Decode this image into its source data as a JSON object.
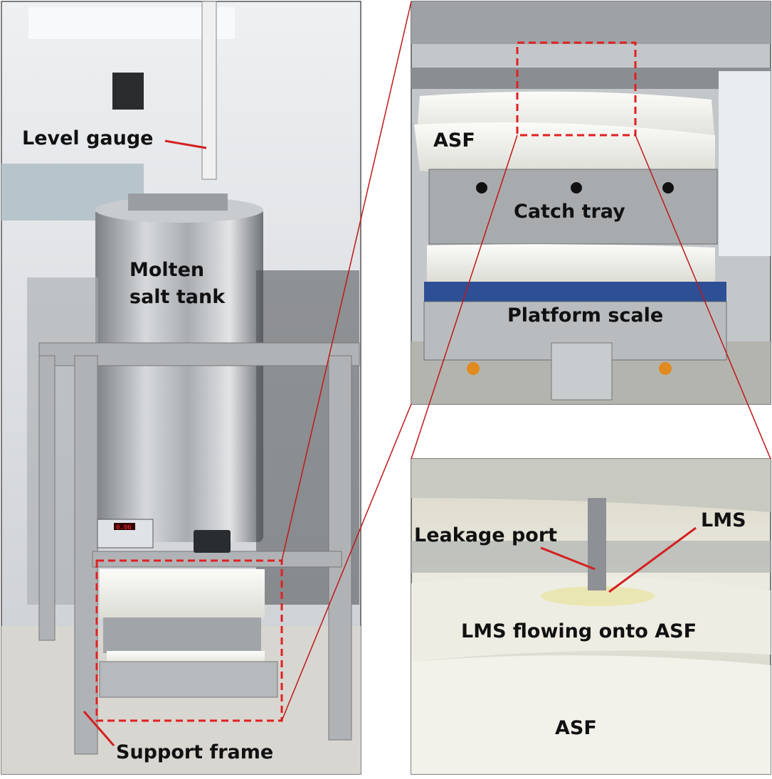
{
  "left_panel": {
    "labels": {
      "level_gauge": "Level gauge",
      "molten_salt_tank_line1": "Molten",
      "molten_salt_tank_line2": "salt tank",
      "support_frame": "Support frame"
    },
    "scale_display": "0.06"
  },
  "top_right_panel": {
    "labels": {
      "asf": "ASF",
      "catch_tray": "Catch tray",
      "platform_scale": "Platform scale"
    }
  },
  "bottom_right_panel": {
    "labels": {
      "leakage_port": "Leakage port",
      "lms": "LMS",
      "lms_flowing": "LMS flowing onto ASF",
      "asf": "ASF"
    }
  },
  "colors": {
    "annotation_red": "#d42020",
    "dashed_box": "#e02020"
  }
}
